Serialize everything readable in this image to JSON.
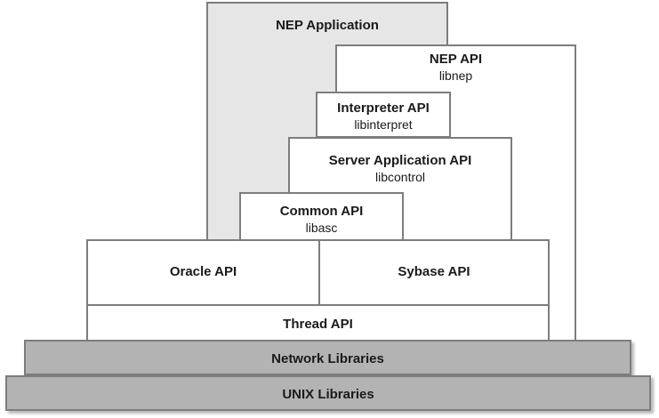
{
  "diagram": {
    "nep_application": {
      "title": "NEP Application"
    },
    "nep_api": {
      "title": "NEP API",
      "library": "libnep"
    },
    "interpreter_api": {
      "title": "Interpreter API",
      "library": "libinterpret"
    },
    "server_application_api": {
      "title": "Server Application API",
      "library": "libcontrol"
    },
    "common_api": {
      "title": "Common API",
      "library": "libasc"
    },
    "oracle_api": {
      "title": "Oracle API"
    },
    "sybase_api": {
      "title": "Sybase API"
    },
    "thread_api": {
      "title": "Thread API"
    },
    "network_libraries": {
      "title": "Network Libraries"
    },
    "unix_libraries": {
      "title": "UNIX Libraries"
    }
  },
  "colors": {
    "application_fill": "#e6e6e6",
    "api_fill": "#ffffff",
    "library_fill": "#b3b3b3",
    "border": "#7d7d7d"
  }
}
